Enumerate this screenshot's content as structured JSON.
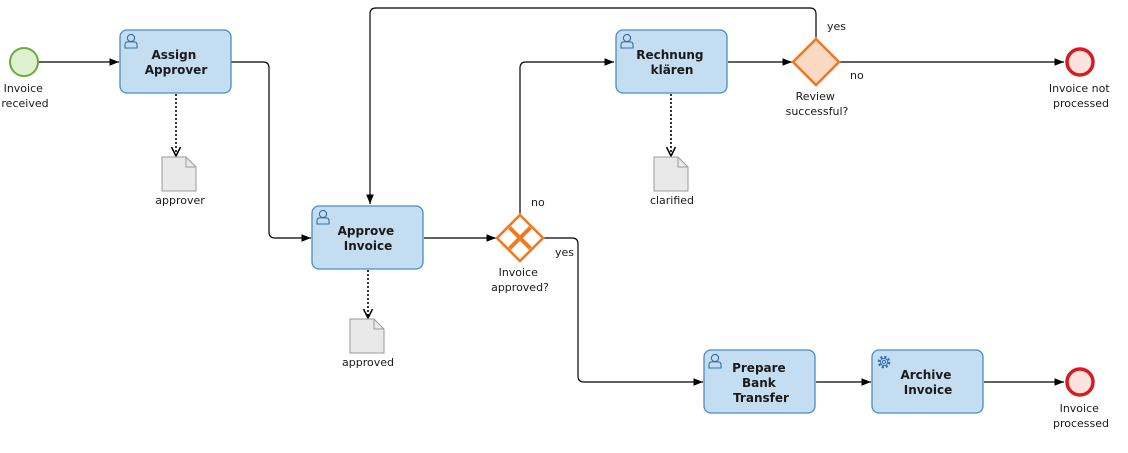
{
  "tasks": {
    "assign_approver": [
      "Assign",
      "Approver"
    ],
    "approve_invoice": [
      "Approve",
      "Invoice"
    ],
    "rechnung_klaeren": [
      "Rechnung",
      "klären"
    ],
    "prepare_bank_transfer": [
      "Prepare",
      "Bank",
      "Transfer"
    ],
    "archive_invoice": [
      "Archive",
      "Invoice"
    ]
  },
  "events": {
    "start": [
      "Invoice",
      "received"
    ],
    "end_not_processed": [
      "Invoice not",
      "processed"
    ],
    "end_processed": [
      "Invoice",
      "processed"
    ]
  },
  "gateways": {
    "invoice_approved": [
      "Invoice",
      "approved?"
    ],
    "review_successful": [
      "Review",
      "successful?"
    ]
  },
  "data_objects": {
    "approver": "approver",
    "approved": "approved",
    "clarified": "clarified"
  },
  "flow_labels": {
    "approved_no": "no",
    "approved_yes": "yes",
    "review_yes": "yes",
    "review_no": "no"
  },
  "colors": {
    "task_fill": "#c5ddf0",
    "task_stroke": "#4a8ac2",
    "gateway_stroke": "#f07a22",
    "gateway_fill_review": "#fcd9c2",
    "start_fill": "#dff0d0",
    "start_stroke": "#6aaa3a",
    "end_fill": "#fde0e0",
    "end_stroke": "#d61c1c"
  }
}
